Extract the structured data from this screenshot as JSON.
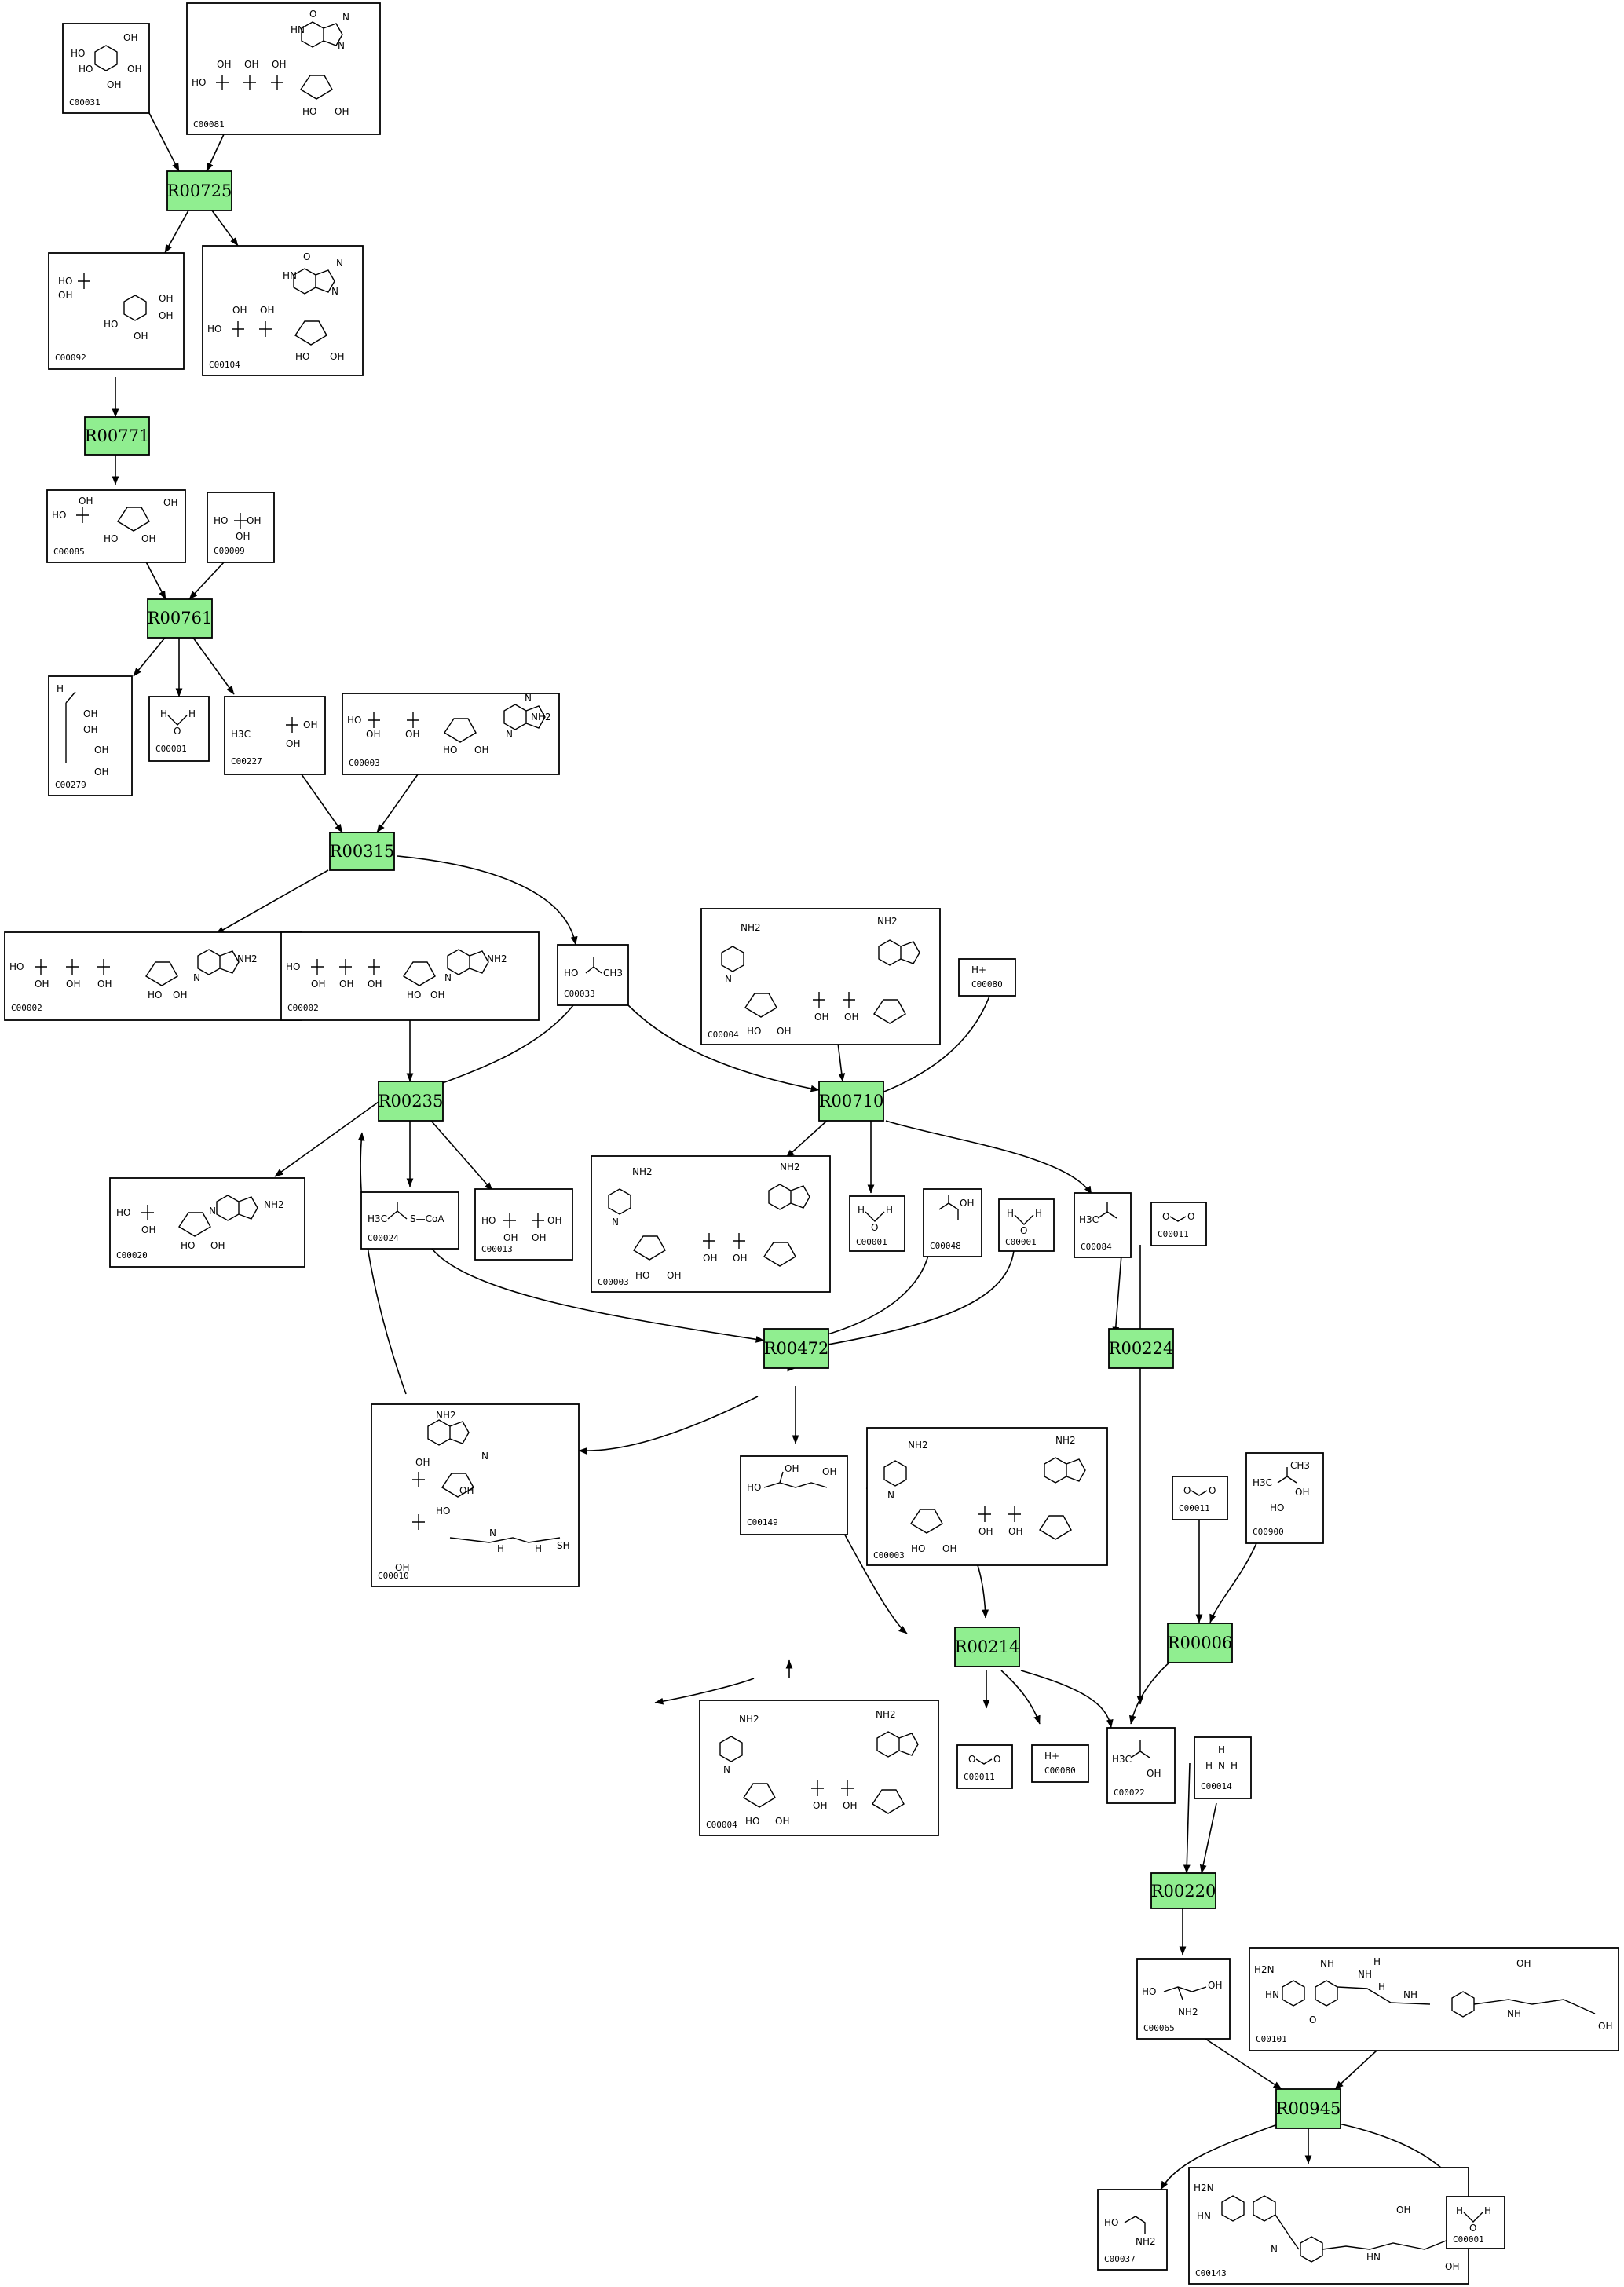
{
  "reactions": {
    "R00725": "R00725",
    "R00771": "R00771",
    "R00761": "R00761",
    "R00315": "R00315",
    "R00235": "R00235",
    "R00710": "R00710",
    "R00472": "R00472",
    "R00224": "R00224",
    "R00214": "R00214",
    "R00006": "R00006",
    "R00220": "R00220",
    "R00945": "R00945"
  },
  "compounds": {
    "c00031": {
      "id": "C00031",
      "atoms": [
        "HO",
        "OH",
        "HO",
        "OH",
        "OH"
      ]
    },
    "c00081": {
      "id": "C00081",
      "atoms": [
        "HO",
        "OH",
        "OH",
        "OH",
        "HO",
        "OH",
        "N",
        "HN",
        "N",
        "O"
      ]
    },
    "c00092": {
      "id": "C00092",
      "atoms": [
        "HO",
        "OH",
        "OH",
        "OH",
        "HO",
        "OH"
      ]
    },
    "c00104": {
      "id": "C00104",
      "atoms": [
        "HO",
        "OH",
        "OH",
        "HO",
        "OH",
        "N",
        "HN",
        "N",
        "O"
      ]
    },
    "c00085": {
      "id": "C00085",
      "atoms": [
        "HO",
        "OH",
        "OH",
        "HO",
        "OH"
      ]
    },
    "c00009a": {
      "id": "C00009",
      "atoms": [
        "HO",
        "OH",
        "OH"
      ]
    },
    "c00279": {
      "id": "C00279",
      "atoms": [
        "H",
        "OH",
        "OH",
        "OH",
        "OH"
      ]
    },
    "c00001a": {
      "id": "C00001",
      "atoms": [
        "H",
        "O",
        "H"
      ]
    },
    "c00227": {
      "id": "C00227",
      "atoms": [
        "H3C",
        "OH",
        "OH"
      ]
    },
    "c00003a": {
      "id": "C00003",
      "atoms": [
        "HO",
        "OH",
        "OH",
        "HO",
        "OH",
        "NH2",
        "N",
        "N"
      ]
    },
    "c00002a": {
      "id": "C00002",
      "atoms": [
        "HO",
        "OH",
        "OH",
        "OH",
        "HO",
        "OH",
        "NH2",
        "N"
      ]
    },
    "c00002b": {
      "id": "C00002",
      "atoms": [
        "HO",
        "OH",
        "OH",
        "OH",
        "HO",
        "OH",
        "NH2",
        "N"
      ]
    },
    "c00033": {
      "id": "C00033",
      "atoms": [
        "HO",
        "CH3"
      ]
    },
    "c00004a": {
      "id": "C00004",
      "atoms": [
        "NH2",
        "NH2",
        "N",
        "OH",
        "OH",
        "HO",
        "OH"
      ]
    },
    "c00080a": {
      "id": "C00080",
      "atoms": [
        "H+"
      ]
    },
    "c00020": {
      "id": "C00020",
      "atoms": [
        "HO",
        "OH",
        "HO",
        "OH",
        "NH2",
        "N"
      ]
    },
    "c00024": {
      "id": "C00024",
      "atoms": [
        "H3C",
        "S—CoA"
      ]
    },
    "c00013": {
      "id": "C00013",
      "atoms": [
        "HO",
        "OH",
        "OH",
        "OH"
      ]
    },
    "c00003b": {
      "id": "C00003",
      "atoms": [
        "NH2",
        "NH2",
        "N",
        "OH",
        "OH",
        "HO",
        "OH"
      ]
    },
    "c00001b": {
      "id": "C00001",
      "atoms": [
        "H",
        "O",
        "H"
      ]
    },
    "c00048": {
      "id": "C00048",
      "atoms": [
        "OH"
      ]
    },
    "c00001c": {
      "id": "C00001",
      "atoms": [
        "H",
        "O",
        "H"
      ]
    },
    "c00084": {
      "id": "C00084",
      "atoms": [
        "H3C"
      ]
    },
    "c00011a": {
      "id": "C00011",
      "atoms": [
        "O",
        "O"
      ]
    },
    "c00010": {
      "id": "C00010",
      "atoms": [
        "NH2",
        "N",
        "OH",
        "OH",
        "OH",
        "HO",
        "SH",
        "N",
        "H",
        "H"
      ]
    },
    "c00149": {
      "id": "C00149",
      "atoms": [
        "HO",
        "OH",
        "OH"
      ]
    },
    "c00003c": {
      "id": "C00003",
      "atoms": [
        "NH2",
        "NH2",
        "N",
        "OH",
        "OH",
        "HO",
        "OH"
      ]
    },
    "c00011b": {
      "id": "C00011",
      "atoms": [
        "O",
        "O"
      ]
    },
    "c00900": {
      "id": "C00900",
      "atoms": [
        "CH3",
        "H3C",
        "OH",
        "HO"
      ]
    },
    "c00004b": {
      "id": "C00004",
      "atoms": [
        "NH2",
        "NH2",
        "N",
        "OH",
        "OH",
        "HO",
        "OH"
      ]
    },
    "c00011c": {
      "id": "C00011",
      "atoms": [
        "O",
        "O"
      ]
    },
    "c00080b": {
      "id": "C00080",
      "atoms": [
        "H+"
      ]
    },
    "c00022": {
      "id": "C00022",
      "atoms": [
        "H3C",
        "OH"
      ]
    },
    "c00014": {
      "id": "C00014",
      "atoms": [
        "H",
        "H",
        "N",
        "H"
      ]
    },
    "c00065": {
      "id": "C00065",
      "atoms": [
        "HO",
        "OH",
        "NH2"
      ]
    },
    "c00101": {
      "id": "C00101",
      "atoms": [
        "H2N",
        "NH",
        "HN",
        "NH",
        "H",
        "H",
        "NH",
        "OH",
        "NH",
        "OH",
        "O"
      ]
    },
    "c00037": {
      "id": "C00037",
      "atoms": [
        "HO",
        "NH2"
      ]
    },
    "c00143": {
      "id": "C00143",
      "atoms": [
        "H2N",
        "HN",
        "OH",
        "HN",
        "OH",
        "N"
      ]
    },
    "c00001d": {
      "id": "C00001",
      "atoms": [
        "H",
        "O",
        "H"
      ]
    }
  }
}
